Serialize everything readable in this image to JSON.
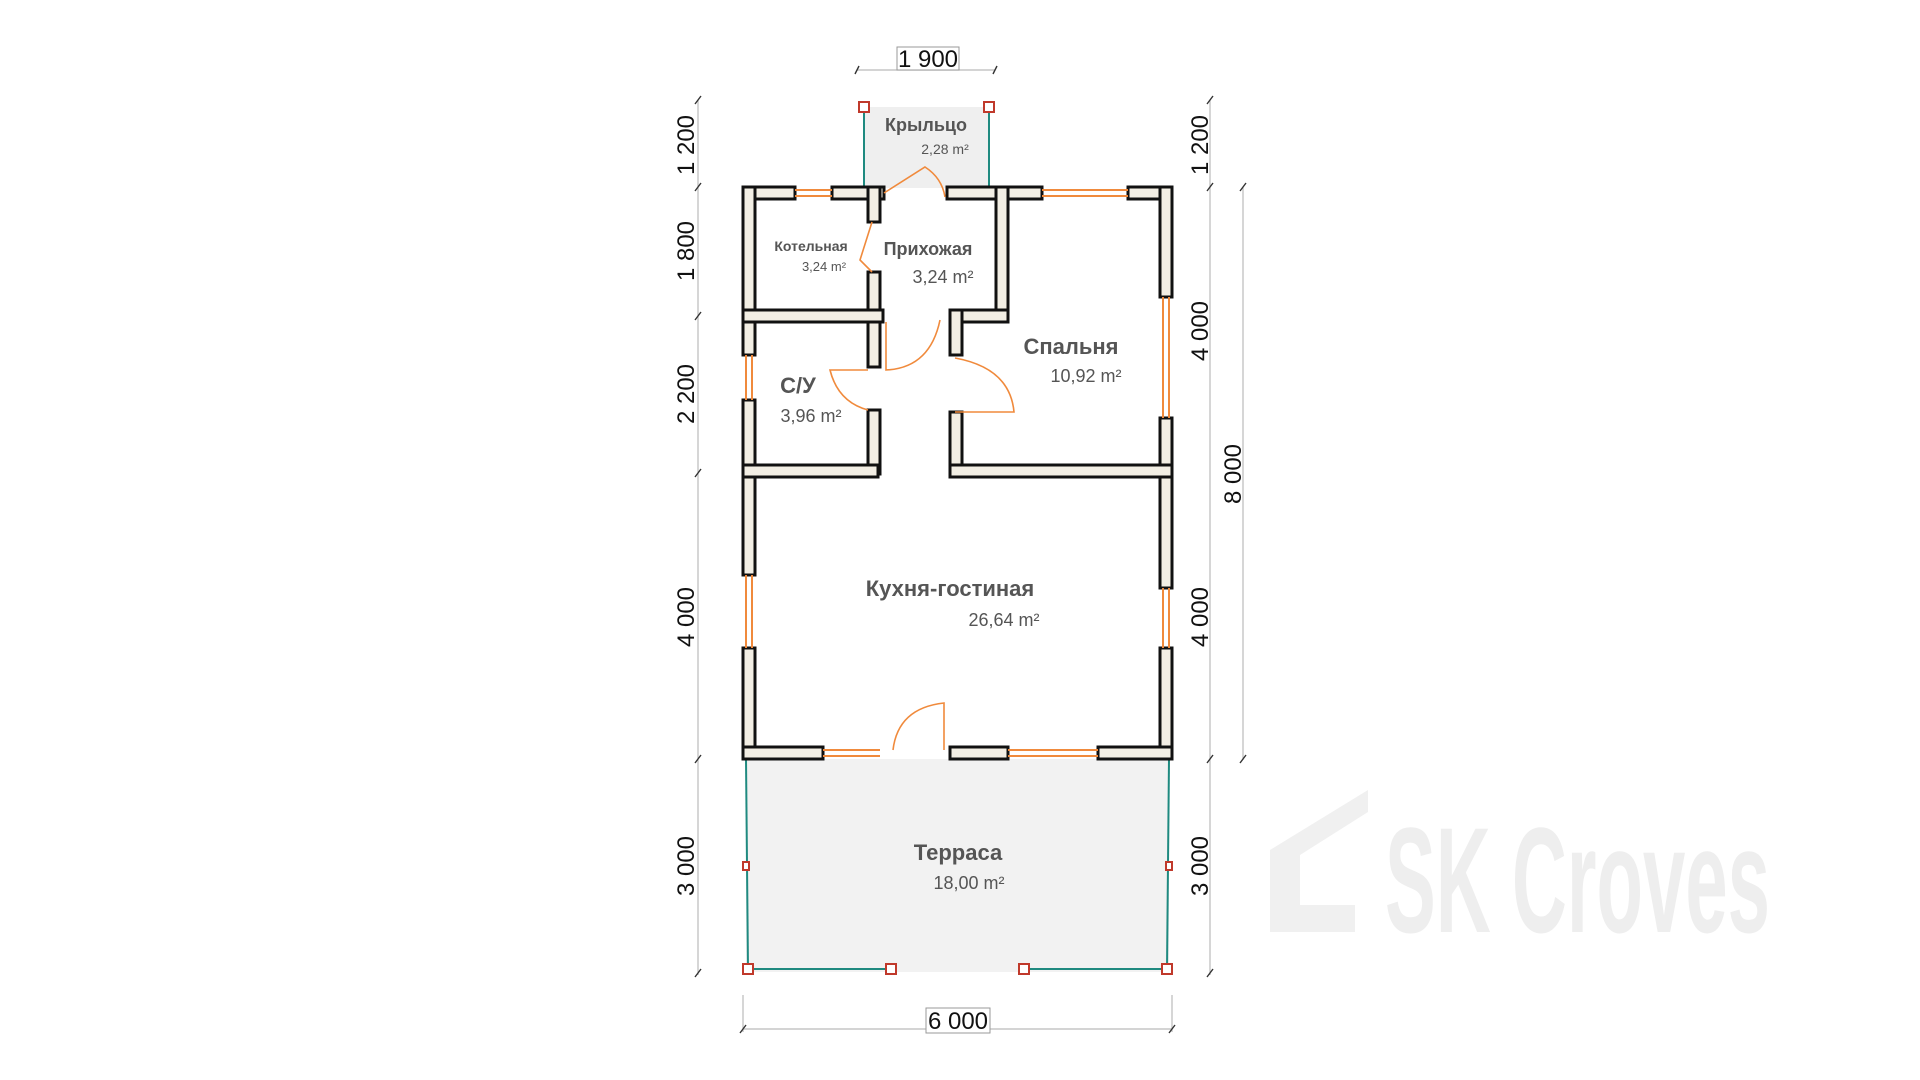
{
  "plan": {
    "rooms": [
      {
        "id": "porch",
        "name": "Крыльцо",
        "area": "2,28 m²"
      },
      {
        "id": "boiler",
        "name": "Котельная",
        "area": "3,24 m²"
      },
      {
        "id": "hall",
        "name": "Прихожая",
        "area": "3,24 m²"
      },
      {
        "id": "bedroom",
        "name": "Спальня",
        "area": "10,92 m²"
      },
      {
        "id": "bathroom",
        "name": "С/У",
        "area": "3,96 m²"
      },
      {
        "id": "kitchen",
        "name": "Кухня-гостиная",
        "area": "26,64 m²"
      },
      {
        "id": "terrace",
        "name": "Терраса",
        "area": "18,00 m²"
      }
    ],
    "dimensions": {
      "top_porch": "1 900",
      "bottom_total": "6 000",
      "left": [
        "1 200",
        "1 800",
        "2 200",
        "4 000",
        "3 000"
      ],
      "right": [
        "1 200",
        "4 000",
        "4 000",
        "3 000"
      ],
      "right_total": "8 000"
    },
    "watermark": "SK Croves",
    "colors": {
      "wall_fill": "#f2eee4",
      "window": "#f08a3c",
      "rail": "#1f8a80",
      "post": "#c0392b",
      "terrace_fill": "#f2f2f2"
    }
  }
}
